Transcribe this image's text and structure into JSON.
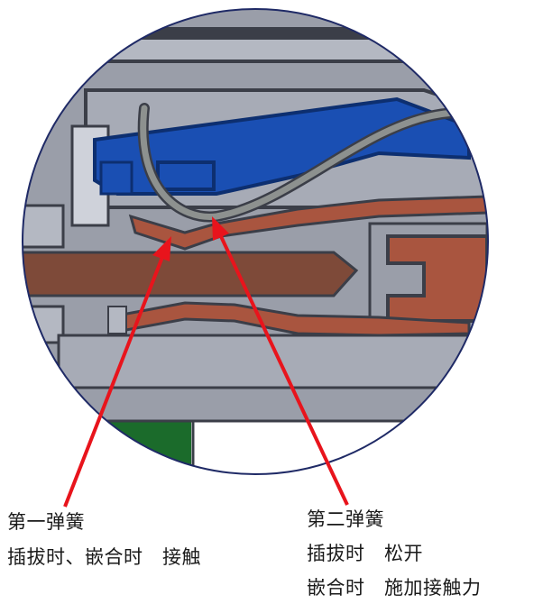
{
  "callouts": {
    "first": {
      "title": "第一弹簧",
      "line1": "插拔时、嵌合时　接触"
    },
    "second": {
      "title": "第二弹簧",
      "line1": "插拔时　松开",
      "line2": "嵌合时　施加接触力"
    }
  },
  "colors": {
    "housing_gray": "#9a9ea9",
    "housing_dark": "#3b3e48",
    "housing_light": "#b4b8c2",
    "spring_copper": "#a9553f",
    "pin_brown": "#7e4a39",
    "blue_part": "#1a4fb3",
    "wire_gray": "#8d918f",
    "arrow_red": "#e8141c",
    "green_block": "#1b6b2b"
  }
}
